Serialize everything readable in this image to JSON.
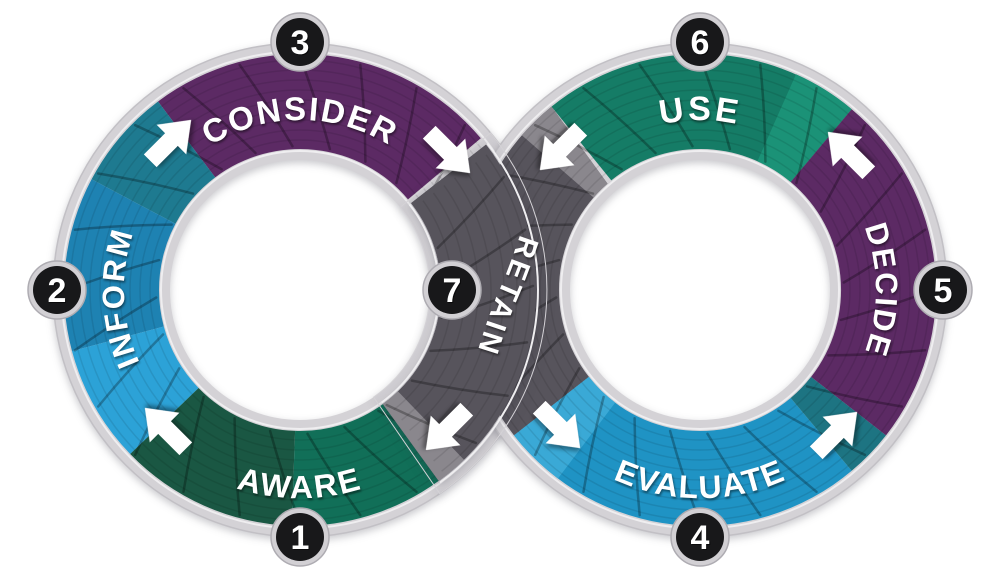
{
  "diagram": {
    "type": "infinity-loop",
    "stages": [
      {
        "num": "1",
        "label": "AWARE"
      },
      {
        "num": "2",
        "label": "INFORM"
      },
      {
        "num": "3",
        "label": "CONSIDER"
      },
      {
        "num": "4",
        "label": "EVALUATE"
      },
      {
        "num": "5",
        "label": "DECIDE"
      },
      {
        "num": "6",
        "label": "USE"
      },
      {
        "num": "7",
        "label": "RETAIN"
      }
    ],
    "colors": {
      "purple": "#5c2a64",
      "inform_blue": "#1e82b2",
      "evaluate_blue": "#1f93c4",
      "aware_green": "#1a5743",
      "use_teal": "#157c66",
      "retain_gray": "#57545c",
      "rim_silver": "#d4d2d6",
      "badge_black": "#18181a",
      "badge_ring_silver": "#d2d0d4",
      "arrow_white": "#ffffff"
    }
  }
}
